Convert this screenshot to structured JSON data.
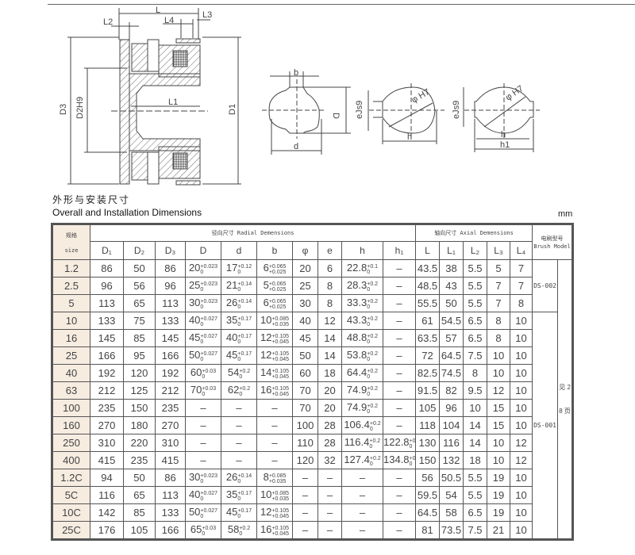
{
  "drawing_labels": {
    "L": "L",
    "L2": "L2",
    "L3": "L3",
    "L4": "L4",
    "L1": "L1",
    "D3": "D3",
    "D2H9": "D2H9",
    "D1": "D1",
    "b": "b",
    "D": "D",
    "d": "d",
    "eJs9": "eJs9",
    "phiH7": "φ H7",
    "h": "h",
    "h1": "h1"
  },
  "heading_cn": "外形与安装尺寸",
  "heading_en": "Overall and Installation Dimensions",
  "unit": "mm",
  "table": {
    "size_cn": "规格",
    "size_en": "size",
    "radial": "径向尺寸  Radial Demensions",
    "axial": "轴向尺寸  Axial Demensions",
    "brush_cn": "电刷型号",
    "brush_en": "Brush Model",
    "columns": [
      "D₁",
      "D₂",
      "D₃",
      "D",
      "d",
      "b",
      "φ",
      "e",
      "h",
      "h₁",
      "L",
      "L₁",
      "L₂",
      "L₃",
      "L₄"
    ],
    "brush_a": "DS-002",
    "brush_b": "DS-001",
    "see_page": "见 28 页",
    "rows": [
      [
        "1.2",
        "86",
        "50",
        "86",
        [
          "20",
          "+0.023",
          "0"
        ],
        [
          "17",
          "+0.12",
          "0"
        ],
        [
          "6",
          "+0.065",
          "+0.025"
        ],
        "20",
        "6",
        [
          "22.8",
          "+0.1",
          "0"
        ],
        "–",
        "43.5",
        "38",
        "5.5",
        "5",
        "7"
      ],
      [
        "2.5",
        "96",
        "56",
        "96",
        [
          "25",
          "+0.023",
          "0"
        ],
        [
          "21",
          "+0.14",
          "0"
        ],
        [
          "5",
          "+0.065",
          "+0.025"
        ],
        "25",
        "8",
        [
          "28.3",
          "+0.2",
          "0"
        ],
        "–",
        "48.5",
        "43",
        "5.5",
        "7",
        "7"
      ],
      [
        "5",
        "113",
        "65",
        "113",
        [
          "30",
          "+0.023",
          "0"
        ],
        [
          "26",
          "+0.14",
          "0"
        ],
        [
          "6",
          "+0.065",
          "+0.025"
        ],
        "30",
        "8",
        [
          "33.3",
          "+0.2",
          "0"
        ],
        "–",
        "55.5",
        "50",
        "5.5",
        "7",
        "8"
      ],
      [
        "10",
        "133",
        "75",
        "133",
        [
          "40",
          "+0.027",
          "0"
        ],
        [
          "35",
          "+0.17",
          "0"
        ],
        [
          "10",
          "+0.085",
          "+0.035"
        ],
        "40",
        "12",
        [
          "43.3",
          "+0.2",
          "0"
        ],
        "–",
        "61",
        "54.5",
        "6.5",
        "8",
        "10"
      ],
      [
        "16",
        "145",
        "85",
        "145",
        [
          "45",
          "+0.027",
          "0"
        ],
        [
          "40",
          "+0.17",
          "0"
        ],
        [
          "12",
          "+0.105",
          "+0.045"
        ],
        "45",
        "14",
        [
          "48.8",
          "+0.2",
          "0"
        ],
        "–",
        "63.5",
        "57",
        "6.5",
        "8",
        "10"
      ],
      [
        "25",
        "166",
        "95",
        "166",
        [
          "50",
          "+0.027",
          "0"
        ],
        [
          "45",
          "+0.17",
          "0"
        ],
        [
          "12",
          "+0.105",
          "+0.045"
        ],
        "50",
        "14",
        [
          "53.8",
          "+0.2",
          "0"
        ],
        "–",
        "72",
        "64.5",
        "7.5",
        "10",
        "10"
      ],
      [
        "40",
        "192",
        "120",
        "192",
        [
          "60",
          "+0.03",
          "0"
        ],
        [
          "54",
          "+0.2",
          "0"
        ],
        [
          "14",
          "+0.105",
          "+0.045"
        ],
        "60",
        "18",
        [
          "64.4",
          "+0.2",
          "0"
        ],
        "–",
        "82.5",
        "74.5",
        "8",
        "10",
        "10"
      ],
      [
        "63",
        "212",
        "125",
        "212",
        [
          "70",
          "+0.03",
          "0"
        ],
        [
          "62",
          "+0.2",
          "0"
        ],
        [
          "16",
          "+0.105",
          "+0.045"
        ],
        "70",
        "20",
        [
          "74.9",
          "+0.2",
          "0"
        ],
        "–",
        "91.5",
        "82",
        "9.5",
        "12",
        "10"
      ],
      [
        "100",
        "235",
        "150",
        "235",
        "–",
        "–",
        "–",
        "70",
        "20",
        [
          "74.9",
          "+0.2",
          "0"
        ],
        "–",
        "105",
        "96",
        "10",
        "15",
        "10"
      ],
      [
        "160",
        "270",
        "180",
        "270",
        "–",
        "–",
        "–",
        "100",
        "28",
        [
          "106.4",
          "+0.2",
          "0"
        ],
        "–",
        "118",
        "104",
        "14",
        "15",
        "10"
      ],
      [
        "250",
        "310",
        "220",
        "310",
        "–",
        "–",
        "–",
        "110",
        "28",
        [
          "116.4",
          "+0.2",
          "0"
        ],
        [
          "122.8",
          "+0.4",
          "0"
        ],
        "130",
        "116",
        "14",
        "10",
        "12"
      ],
      [
        "400",
        "415",
        "235",
        "415",
        "–",
        "–",
        "–",
        "120",
        "32",
        [
          "127.4",
          "+0.2",
          "0"
        ],
        [
          "134.8",
          "+0.4",
          "0"
        ],
        "150",
        "132",
        "18",
        "10",
        "12"
      ],
      [
        "1.2C",
        "94",
        "50",
        "86",
        [
          "30",
          "+0.023",
          "0"
        ],
        [
          "26",
          "+0.14",
          "0"
        ],
        [
          "8",
          "+0.085",
          "+0.035"
        ],
        "–",
        "–",
        "–",
        "–",
        "56",
        "50.5",
        "5.5",
        "19",
        "10"
      ],
      [
        "5C",
        "116",
        "65",
        "113",
        [
          "40",
          "+0.027",
          "0"
        ],
        [
          "35",
          "+0.17",
          "0"
        ],
        [
          "10",
          "+0.085",
          "+0.035"
        ],
        "–",
        "–",
        "–",
        "–",
        "59.5",
        "54",
        "5.5",
        "19",
        "10"
      ],
      [
        "10C",
        "142",
        "85",
        "133",
        [
          "50",
          "+0.027",
          "0"
        ],
        [
          "45",
          "+0.17",
          "0"
        ],
        [
          "12",
          "+0.105",
          "+0.045"
        ],
        "–",
        "–",
        "–",
        "–",
        "64.5",
        "58",
        "6.5",
        "19",
        "10"
      ],
      [
        "25C",
        "176",
        "105",
        "166",
        [
          "65",
          "+0.03",
          "0"
        ],
        [
          "58",
          "+0.2",
          "0"
        ],
        [
          "16",
          "+0.105",
          "+0.045"
        ],
        "–",
        "–",
        "–",
        "–",
        "81",
        "73.5",
        "7.5",
        "21",
        "10"
      ]
    ]
  }
}
